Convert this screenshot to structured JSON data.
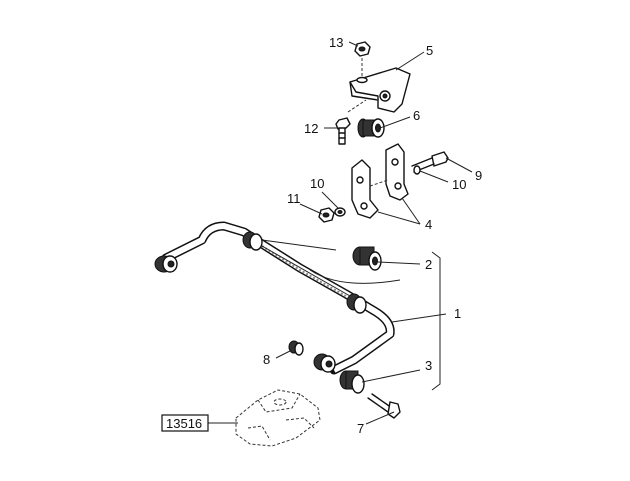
{
  "diagram": {
    "callouts": [
      {
        "id": "c13",
        "text": "13"
      },
      {
        "id": "c5",
        "text": "5"
      },
      {
        "id": "c12",
        "text": "12"
      },
      {
        "id": "c6",
        "text": "6"
      },
      {
        "id": "c9",
        "text": "9"
      },
      {
        "id": "c10a",
        "text": "10"
      },
      {
        "id": "c10b",
        "text": "10"
      },
      {
        "id": "c11",
        "text": "11"
      },
      {
        "id": "c4",
        "text": "4"
      },
      {
        "id": "c2",
        "text": "2"
      },
      {
        "id": "c1",
        "text": "1"
      },
      {
        "id": "c8",
        "text": "8"
      },
      {
        "id": "c3",
        "text": "3"
      },
      {
        "id": "c7",
        "text": "7"
      }
    ],
    "reference_box": "13516"
  }
}
